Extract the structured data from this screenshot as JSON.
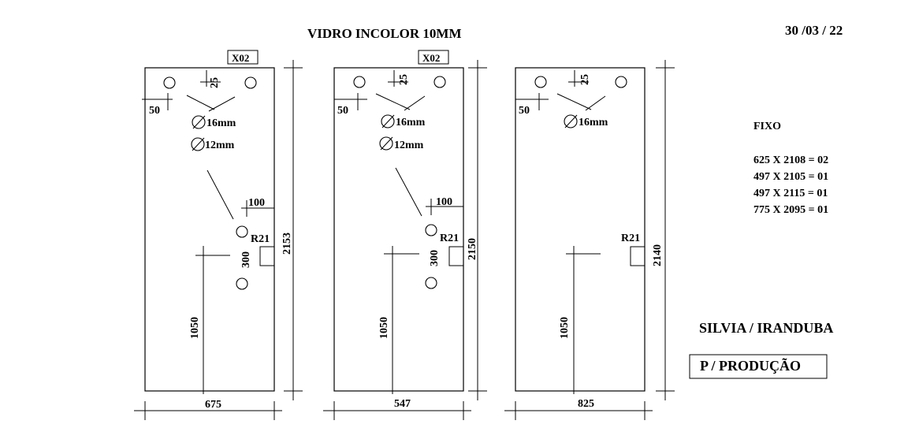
{
  "header": {
    "title": "VIDRO INCOLOR 10MM",
    "date": "30 /03 / 22"
  },
  "panels": [
    {
      "tag": "X02",
      "top_offset": "25",
      "side_offset": "50",
      "hole_labels": [
        "16mm",
        "12mm"
      ],
      "hinge_offset": "100",
      "radius": "R21",
      "hinge_spacing": "300",
      "height": "2153",
      "handle_height": "1050",
      "width": "675"
    },
    {
      "tag": "X02",
      "top_offset": "25",
      "side_offset": "50",
      "hole_labels": [
        "16mm",
        "12mm"
      ],
      "hinge_offset": "100",
      "radius": "R21",
      "hinge_spacing": "300",
      "height": "2150",
      "handle_height": "1050",
      "width": "547"
    },
    {
      "top_offset": "25",
      "side_offset": "50",
      "hole_labels": [
        "16mm"
      ],
      "radius": "R21",
      "height": "2140",
      "handle_height": "1050",
      "width": "825"
    }
  ],
  "summary": {
    "heading": "FIXO",
    "lines": [
      "625 X 2108 = 02",
      "497 X 2105 = 01",
      "497 X 2115 = 01",
      "775 X 2095 = 01"
    ]
  },
  "client": "SILVIA / IRANDUBA",
  "stamp": "P / PRODUÇÃO"
}
